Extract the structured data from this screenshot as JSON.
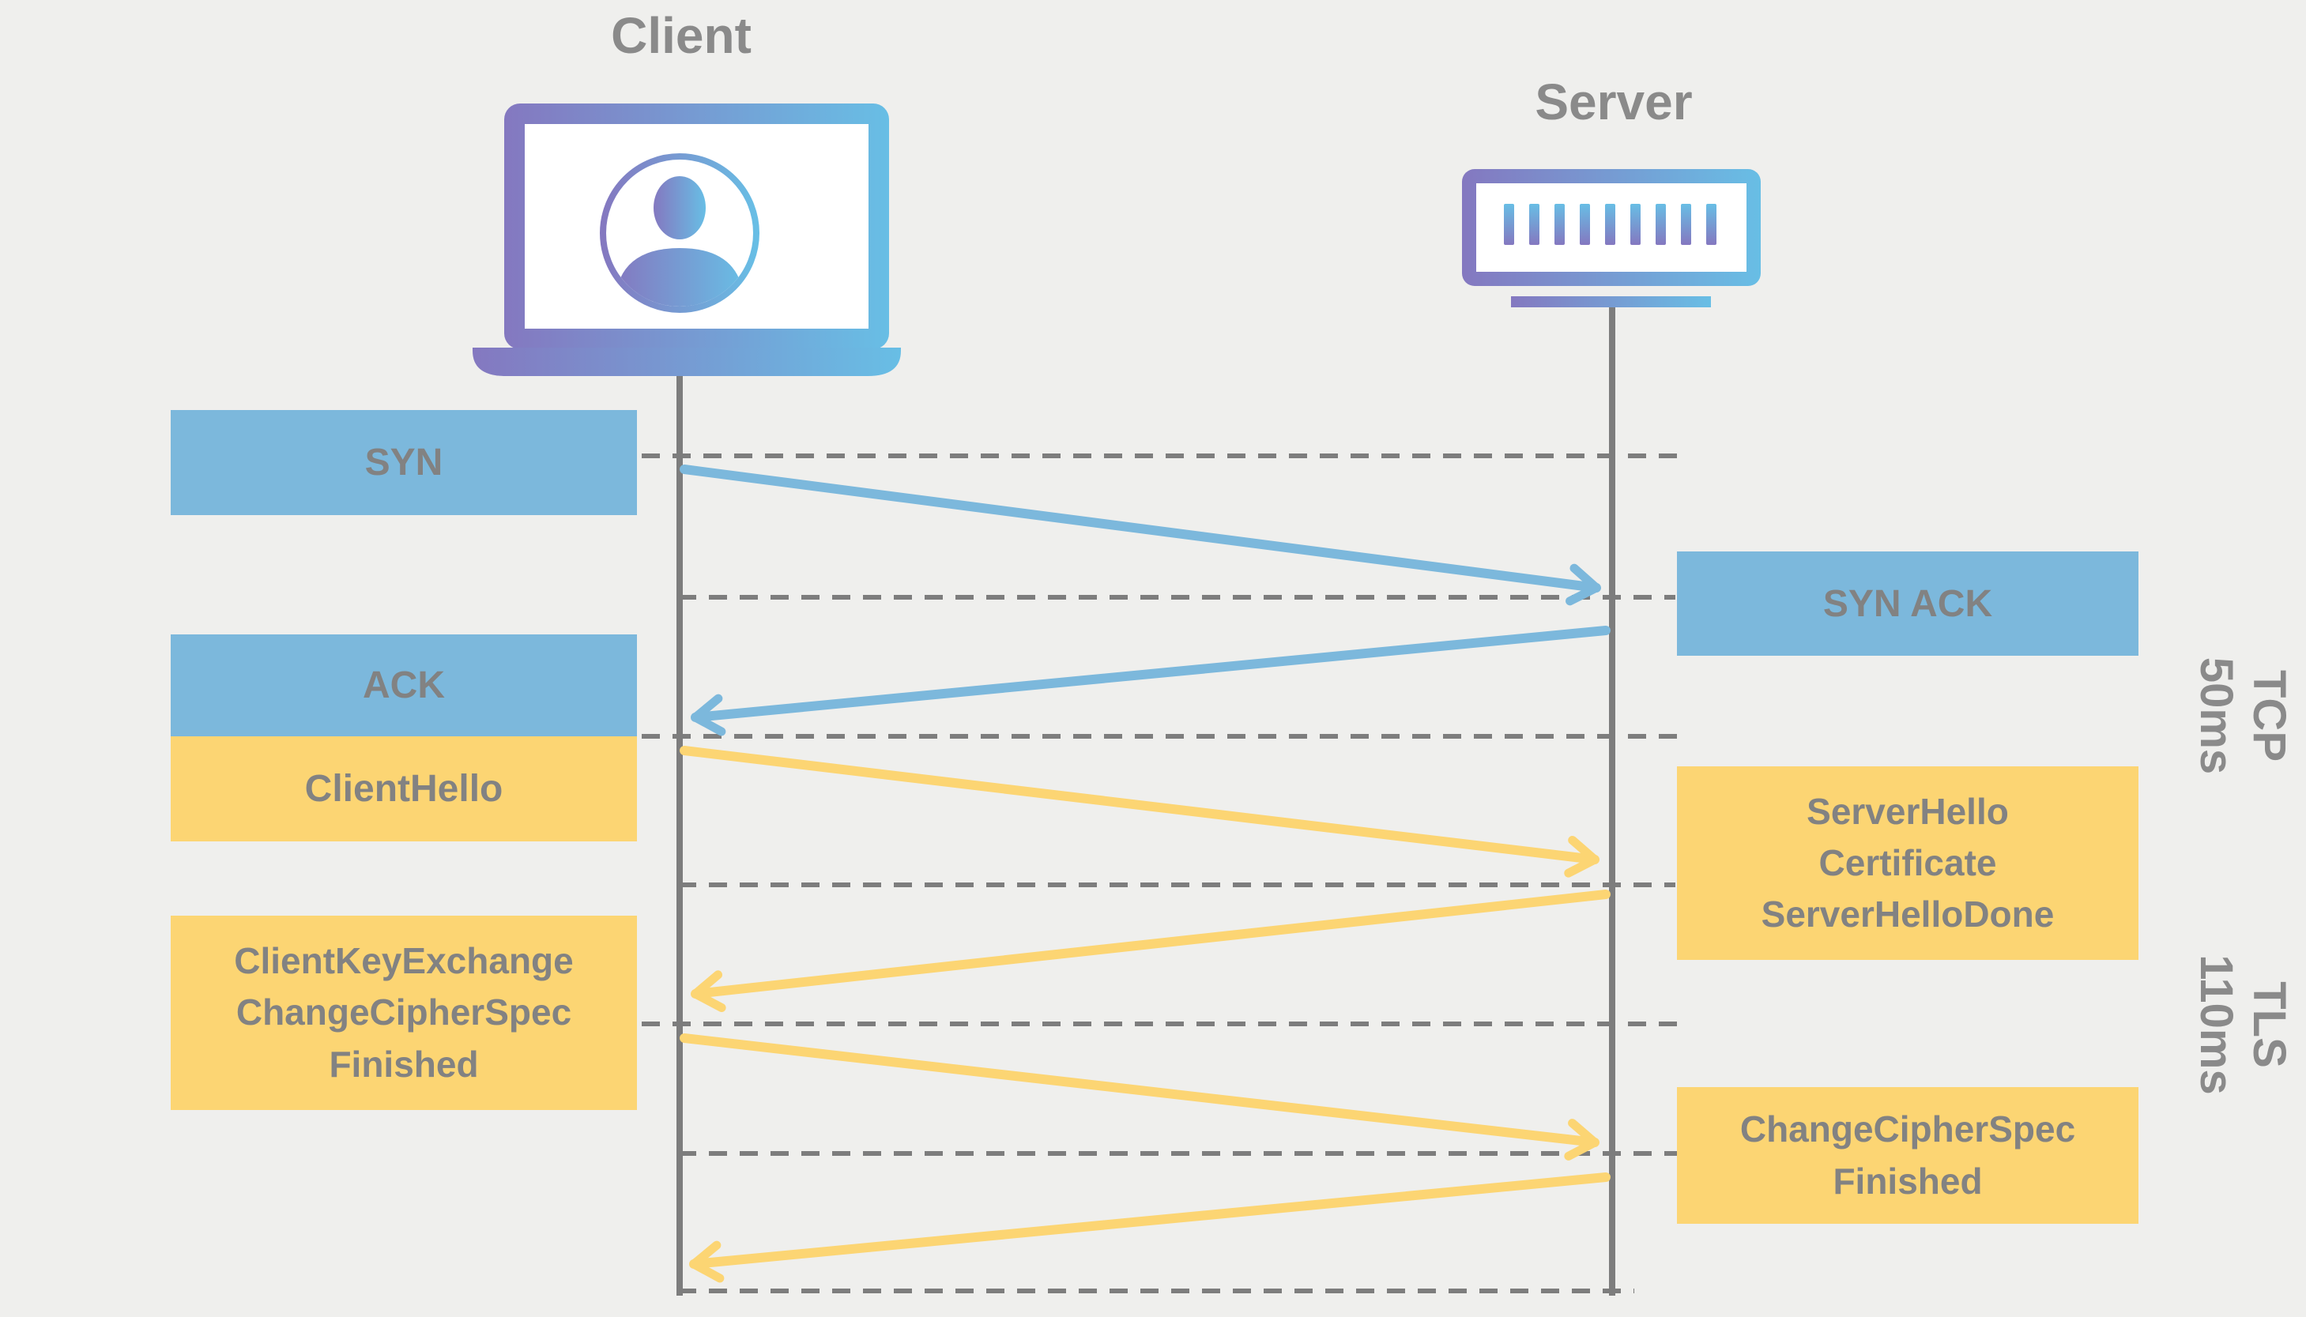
{
  "actors": {
    "client": {
      "label": "Client",
      "icon": "laptop-user-icon"
    },
    "server": {
      "label": "Server",
      "icon": "server-rack-icon"
    }
  },
  "messages": [
    {
      "id": "syn",
      "from": "client",
      "color": "blue",
      "label": "SYN"
    },
    {
      "id": "syn-ack",
      "from": "server",
      "color": "blue",
      "label": "SYN ACK"
    },
    {
      "id": "ack",
      "from": "client",
      "color": "blue",
      "label": "ACK"
    },
    {
      "id": "client-hello",
      "from": "client",
      "color": "yellow",
      "label": "ClientHello"
    },
    {
      "id": "server-hello",
      "from": "server",
      "color": "yellow",
      "lines": [
        "ServerHello",
        "Certificate",
        "ServerHelloDone"
      ]
    },
    {
      "id": "client-key-exchange",
      "from": "client",
      "color": "yellow",
      "lines": [
        "ClientKeyExchange",
        "ChangeCipherSpec",
        "Finished"
      ]
    },
    {
      "id": "change-cipher-spec",
      "from": "server",
      "color": "yellow",
      "lines": [
        "ChangeCipherSpec",
        "Finished"
      ]
    }
  ],
  "phases": [
    {
      "id": "tcp",
      "lines": [
        "TCP",
        "50ms"
      ]
    },
    {
      "id": "tls",
      "lines": [
        "TLS",
        "110ms"
      ]
    }
  ],
  "colors": {
    "background": "#efefed",
    "box_blue": "#7cb8dc",
    "box_yellow": "#fcd573",
    "line_gray": "#7d7d7d",
    "text_gray": "#828282",
    "title_gray": "#8a8a8a",
    "grad_purple": "#8478c0",
    "grad_blue": "#68bee5"
  }
}
